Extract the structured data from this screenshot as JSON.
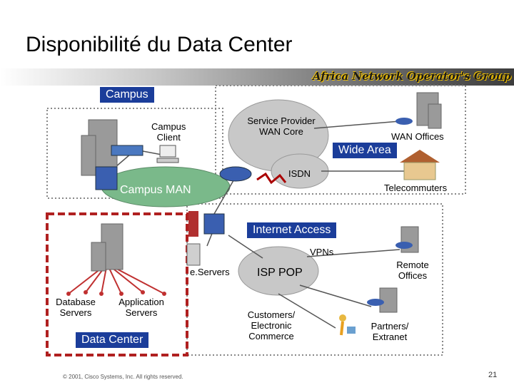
{
  "title": "Disponibilité du Data Center",
  "brand": "Africa Network Operator's Group",
  "labels": {
    "campus": "Campus",
    "campus_client": "Campus\nClient",
    "service_provider": "Service Provider\nWAN Core",
    "wan_offices": "WAN Offices",
    "wide_area": "Wide Area",
    "isdn": "ISDN",
    "telecommuters": "Telecommuters",
    "campus_man": "Campus MAN",
    "internet_access": "Internet Access",
    "vpns": "VPNs",
    "eservers": "e.Servers",
    "isp_pop": "ISP POP",
    "remote_offices": "Remote\nOffices",
    "database_servers": "Database\nServers",
    "application_servers": "Application\nServers",
    "customers": "Customers/\nElectronic\nCommerce",
    "partners": "Partners/\nExtranet",
    "data_center": "Data Center"
  },
  "footer": "© 2001, Cisco Systems, Inc. All rights reserved.",
  "page_number": "21",
  "colors": {
    "tag_bg": "#1b3d9a",
    "man_cloud": "#7ab98a",
    "datacenter_border": "#b02020",
    "firewall": "#b03030"
  }
}
